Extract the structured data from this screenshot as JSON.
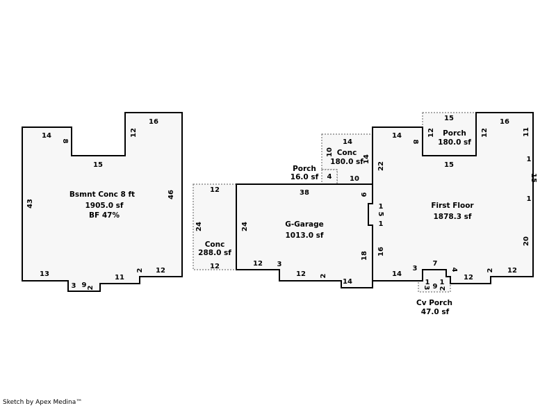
{
  "areas": [
    {
      "label": "Bsmnt Conc 8 ft",
      "area": "1905.0 sf",
      "extra": "BF 47%"
    },
    {
      "label": "G-Garage",
      "area": "1013.0 sf"
    },
    {
      "label": "First Floor",
      "area": "1878.3 sf"
    },
    {
      "label": "Conc",
      "area": "288.0 sf"
    },
    {
      "label": "Conc",
      "area": "180.0 sf"
    },
    {
      "label": "Porch",
      "area": "16.0 sf"
    },
    {
      "label": "Porch",
      "area": "180.0 sf"
    },
    {
      "label": "Cv Porch",
      "area": "47.0 sf"
    }
  ],
  "dimensions": {
    "bsmnt": [
      "14",
      "8",
      "16",
      "12",
      "15",
      "43",
      "46",
      "13",
      "3",
      "9",
      "2",
      "11",
      "2",
      "12"
    ],
    "conc_left": [
      "12",
      "24",
      "12"
    ],
    "garage": [
      "38",
      "24",
      "12",
      "3",
      "12",
      "2",
      "14",
      "18",
      "6"
    ],
    "conc_top": [
      "14",
      "10",
      "14",
      "4",
      "10"
    ],
    "first_floor": [
      "14",
      "8",
      "12",
      "15",
      "12",
      "16",
      "11",
      "22",
      "15",
      "1",
      "15",
      "1",
      "1",
      "5",
      "1",
      "20",
      "16",
      "14",
      "3",
      "7",
      "4",
      "12",
      "2",
      "12"
    ],
    "porch_top": [
      "15"
    ],
    "cv_porch": [
      "1",
      "1",
      "3",
      "9",
      "2"
    ]
  },
  "credit": "Sketch by Apex Medina™"
}
